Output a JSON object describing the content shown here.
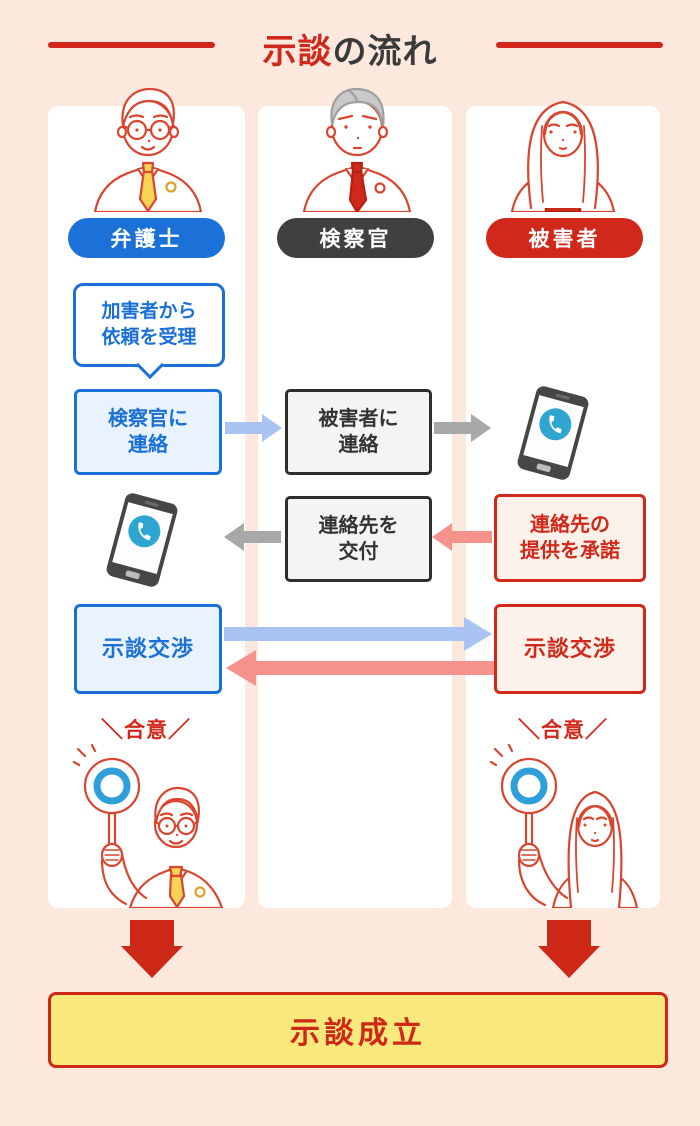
{
  "title": {
    "highlight": "示談",
    "rest": "の流れ"
  },
  "columns": [
    {
      "role": "弁護士",
      "color": "#1b71d8"
    },
    {
      "role": "検察官",
      "color": "#404040"
    },
    {
      "role": "被害者",
      "color": "#d0291b"
    }
  ],
  "bubble": {
    "line1": "加害者から",
    "line2": "依頼を受理"
  },
  "boxes": {
    "contact_prosecutor": {
      "line1": "検察官に",
      "line2": "連絡"
    },
    "contact_victim": {
      "line1": "被害者に",
      "line2": "連絡"
    },
    "deliver_contact": {
      "line1": "連絡先を",
      "line2": "交付"
    },
    "consent_contact": {
      "line1": "連絡先の",
      "line2": "提供を承諾"
    },
    "negotiation_left": "示談交渉",
    "negotiation_right": "示談交渉"
  },
  "agreement": {
    "left_slash": "＼",
    "label": "合意",
    "right_slash": "／"
  },
  "final_box": "示談成立",
  "icons": {
    "phone_lawyer": "phone-call-icon",
    "phone_victim": "phone-call-icon",
    "sign": "circle-ok-sign-icon"
  },
  "colors": {
    "background": "#fce8dd",
    "accent_red": "#d0291b",
    "accent_blue": "#1a70d6",
    "accent_dark": "#404040",
    "arrow_blue": "#a9c4f3",
    "arrow_gray": "#a7a8a7",
    "arrow_pink": "#f4928b",
    "arrow_red": "#ce2817",
    "final_yellow": "#f9e87b",
    "phone_circle_blue": "#2fa6d2",
    "illustration_stroke": "#d9452f"
  }
}
